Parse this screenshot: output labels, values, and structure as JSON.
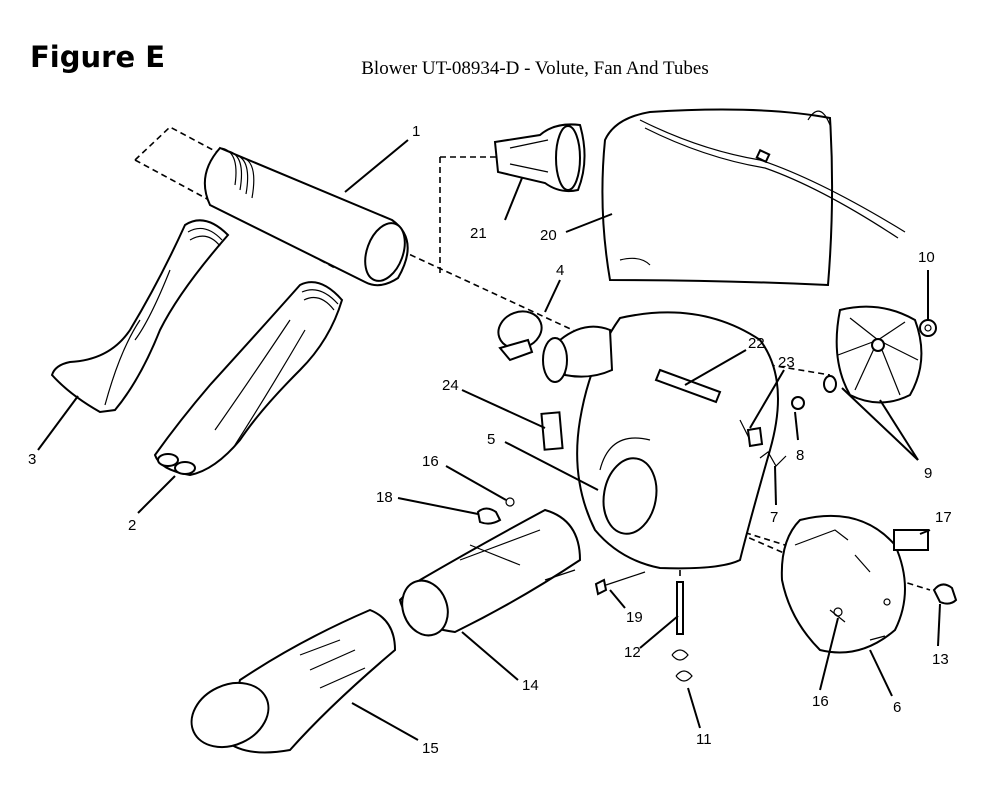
{
  "header": {
    "figure_label": "Figure E",
    "title": "Blower UT-08934-D - Volute, Fan And Tubes"
  },
  "callouts": {
    "c1": "1",
    "c2": "2",
    "c3": "3",
    "c4": "4",
    "c5": "5",
    "c6": "6",
    "c7": "7",
    "c8": "8",
    "c9": "9",
    "c10": "10",
    "c11": "11",
    "c12": "12",
    "c13": "13",
    "c14": "14",
    "c15": "15",
    "c16a": "16",
    "c16b": "16",
    "c17": "17",
    "c18": "18",
    "c19": "19",
    "c20": "20",
    "c21": "21",
    "c22": "22",
    "c23": "23",
    "c24": "24"
  }
}
